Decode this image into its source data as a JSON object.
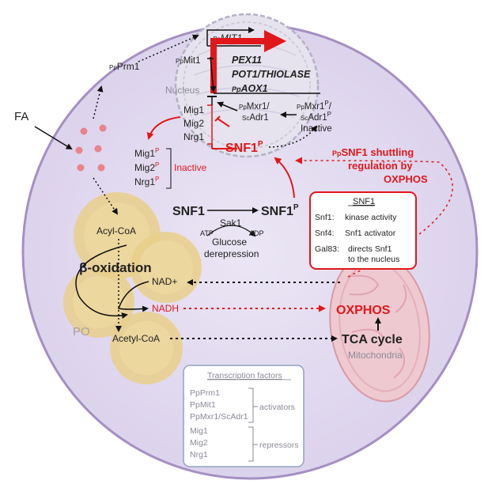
{
  "colors": {
    "cell_fill": "#e2dcef",
    "cell_stroke": "#a58fc2",
    "red": "#e0181b",
    "po_fill": "#e9cf8a",
    "mito_fill": "#efc9d0",
    "nucleus_stroke": "#b3b1c6"
  },
  "labels": {
    "fa": "FA",
    "pp_prefix": "Pp",
    "prm1": "Prm1",
    "mit1": "Mit1",
    "mit1_gene": "MIT1",
    "nucleus": "Nucleus",
    "pex11": "PEX11",
    "pot1": "POT1/THIOLASE",
    "aox1": "AOX1",
    "mig1": "Mig1",
    "mig2": "Mig2",
    "nrg1": "Nrg1",
    "mxr1": "Mxr1/",
    "sc_prefix": "Sc",
    "adr1": "Adr1",
    "mxr1_p": "Mxr1",
    "p": "P",
    "slash": "/",
    "adr1_p": "Adr1",
    "inactive": "Inactive",
    "snf1": "SNF1",
    "snf1_p_center": "SNF1",
    "shuttle1": "SNF1 shuttling",
    "shuttle2": "regulation by",
    "shuttle3": "OXPHOS",
    "mig1_p": "Mig1",
    "mig2_p": "Mig2",
    "nrg1_p": "Nrg1",
    "inactive_red": "Inactive",
    "acylcoa": "Acyl-CoA",
    "boxidation": "β-oxidation",
    "nadplus": "NAD+",
    "nadh": "NADH",
    "acetylcoa": "Acetyl-CoA",
    "po": "PO",
    "snf1_left": "SNF1",
    "snf1_right": "SNF1",
    "sak1": "Sak1",
    "atp": "ATP",
    "adp": "ADP",
    "glucose": "Glucose",
    "derepression": "derepression",
    "oxphos": "OXPHOS",
    "tca": "TCA cycle",
    "mito": "Mitochondria"
  },
  "snf1_box": {
    "title": "SNF1",
    "rows": [
      {
        "key": "Snf1:",
        "val": "kinase activity"
      },
      {
        "key": "Snf4:",
        "val": "Snf1 activator"
      },
      {
        "key": "Gal83:",
        "val": "directs Snf1"
      },
      {
        "key": "",
        "val": "to the nucleus"
      }
    ]
  },
  "tf_box": {
    "title": "Transcription factors",
    "items": [
      "PpPrm1",
      "PpMit1",
      "PpMxr1/ScAdr1",
      "Mig1",
      "Mig2",
      "Nrg1"
    ],
    "activators": "activators",
    "repressors": "repressors"
  }
}
